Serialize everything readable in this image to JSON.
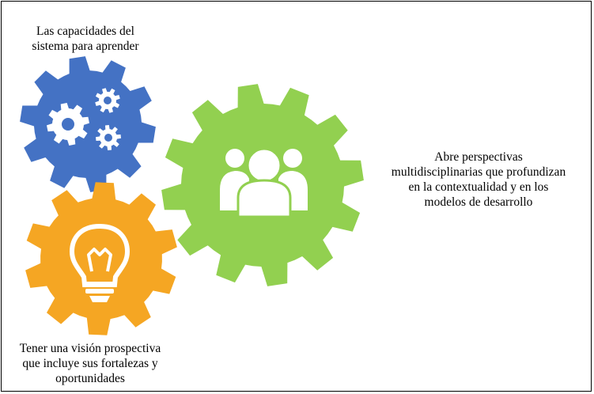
{
  "colors": {
    "blue_gear": "#4472C4",
    "green_gear": "#92D050",
    "orange_gear": "#F5A623",
    "icon_white": "#FFFFFF",
    "border": "#000000"
  },
  "gears": [
    {
      "name": "blue-gear",
      "icon": "cogs-icon",
      "color": "#4472C4"
    },
    {
      "name": "green-gear",
      "icon": "people-group-icon",
      "color": "#92D050"
    },
    {
      "name": "orange-gear",
      "icon": "lightbulb-icon",
      "color": "#F5A623"
    }
  ],
  "captions": {
    "top": [
      "Las capacidades del",
      "sistema para aprender"
    ],
    "right": [
      "Abre perspectivas",
      "multidisciplinarias que profundizan",
      "en la contextualidad y en los",
      "modelos de desarrollo"
    ],
    "bottom": [
      "Tener una visión prospectiva",
      "que incluye sus fortalezas y",
      "oportunidades"
    ]
  }
}
